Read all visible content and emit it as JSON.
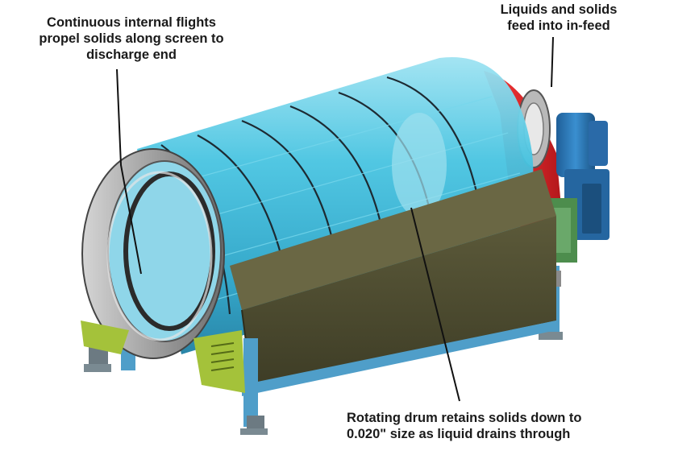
{
  "callouts": {
    "flights": {
      "lines": [
        "Continuous internal flights",
        "propel solids along screen to",
        "discharge end"
      ]
    },
    "feed": {
      "lines": [
        "Liquids and solids",
        "feed into in-feed"
      ]
    },
    "drum": {
      "lines": [
        "Rotating drum retains solids down to",
        "0.020\" size as liquid drains through"
      ]
    }
  },
  "colors": {
    "drum": "#3fc2e0",
    "drum_dark": "#1f8fb5",
    "drum_rim": "#2b2b2b",
    "inlet_flange": "#e0262a",
    "motor": "#2f7fc1",
    "gear_box": "#5a8d5a",
    "trough": "#4a4a2e",
    "frame": "#4f9ec9",
    "foot_bracket": "#a4c23a"
  }
}
